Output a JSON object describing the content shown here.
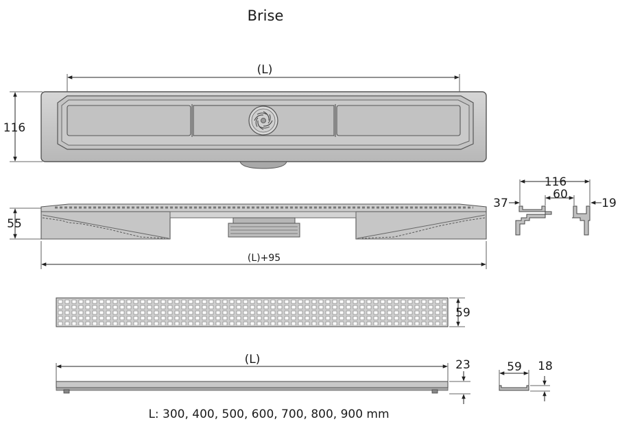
{
  "title": "Brise",
  "dimensions": {
    "top_length": "(L)",
    "top_height": "116",
    "side_height": "55",
    "side_length": "(L)+95",
    "profile_width": "116",
    "profile_inner": "60",
    "profile_left": "37",
    "profile_right": "19",
    "grate_height": "59",
    "grate_length": "(L)",
    "grate_thickness": "23",
    "grate_profile_width": "59",
    "grate_profile_height": "18"
  },
  "lengths_note": "L: 300, 400, 500, 600, 700, 800, 900 mm",
  "colors": {
    "body": "#c8c8c8",
    "outline": "#555555",
    "dimension_line": "#222222"
  }
}
